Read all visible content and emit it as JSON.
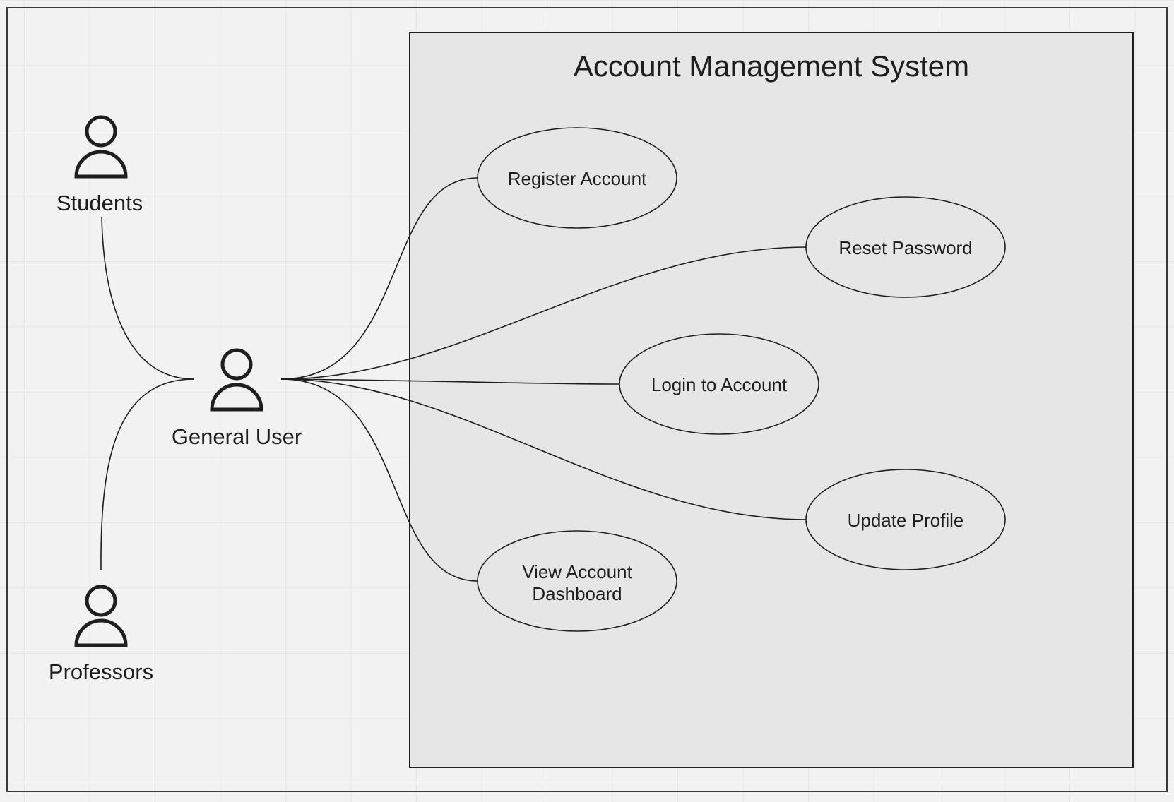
{
  "system": {
    "title": "Account Management System"
  },
  "actors": {
    "students": "Students",
    "professors": "Professors",
    "general_user": "General User"
  },
  "use_cases": {
    "register": "Register Account",
    "reset": "Reset Password",
    "login": "Login to Account",
    "update": "Update Profile",
    "view_line1": "View Account",
    "view_line2": "Dashboard"
  },
  "colors": {
    "canvas_background": "#f2f2f2",
    "grid_line": "#e3e3e3",
    "system_fill": "#e6e6e6",
    "stroke": "#1e1e1e"
  }
}
